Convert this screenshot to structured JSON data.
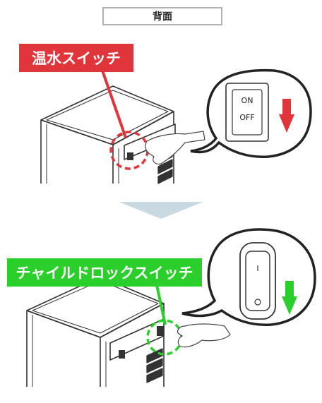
{
  "header": {
    "title": "背面"
  },
  "callouts": {
    "hot_water_switch": "温水スイッチ",
    "child_lock_switch": "チャイルドロックスイッチ"
  },
  "switch_hot": {
    "on_label": "ON",
    "off_label": "OFF"
  },
  "switch_lock": {
    "mark_label": "I"
  },
  "colors": {
    "red_accent": "#e0353b",
    "green_accent": "#2bcf2b",
    "divider_arrow": "#c9d9e2"
  }
}
